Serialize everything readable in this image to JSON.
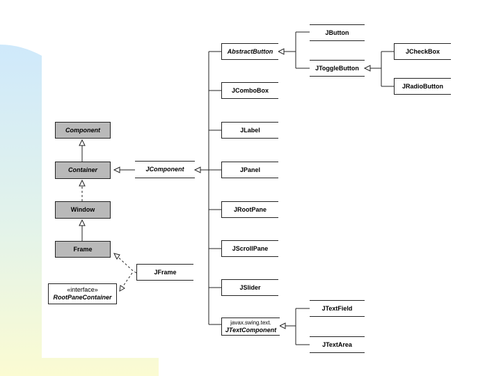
{
  "diagram": {
    "nodes": {
      "component": "Component",
      "container": "Container",
      "window": "Window",
      "frame": "Frame",
      "root_pane_container_stereotype": "«interface»",
      "root_pane_container": "RootPaneContainer",
      "jcomponent": "JComponent",
      "jframe": "JFrame",
      "abstract_button": "AbstractButton",
      "jbutton": "JButton",
      "jtoggle_button": "JToggleButton",
      "jcheckbox": "JCheckBox",
      "jradio_button": "JRadioButton",
      "jcombobox": "JComboBox",
      "jlabel": "JLabel",
      "jpanel": "JPanel",
      "jrootpane": "JRootPane",
      "jscrollpane": "JScrollPane",
      "jslider": "JSlider",
      "text_component_package": "javax.swing.text.",
      "jtext_component": "JTextComponent",
      "jtext_field": "JTextField",
      "jtext_area": "JTextArea"
    }
  }
}
